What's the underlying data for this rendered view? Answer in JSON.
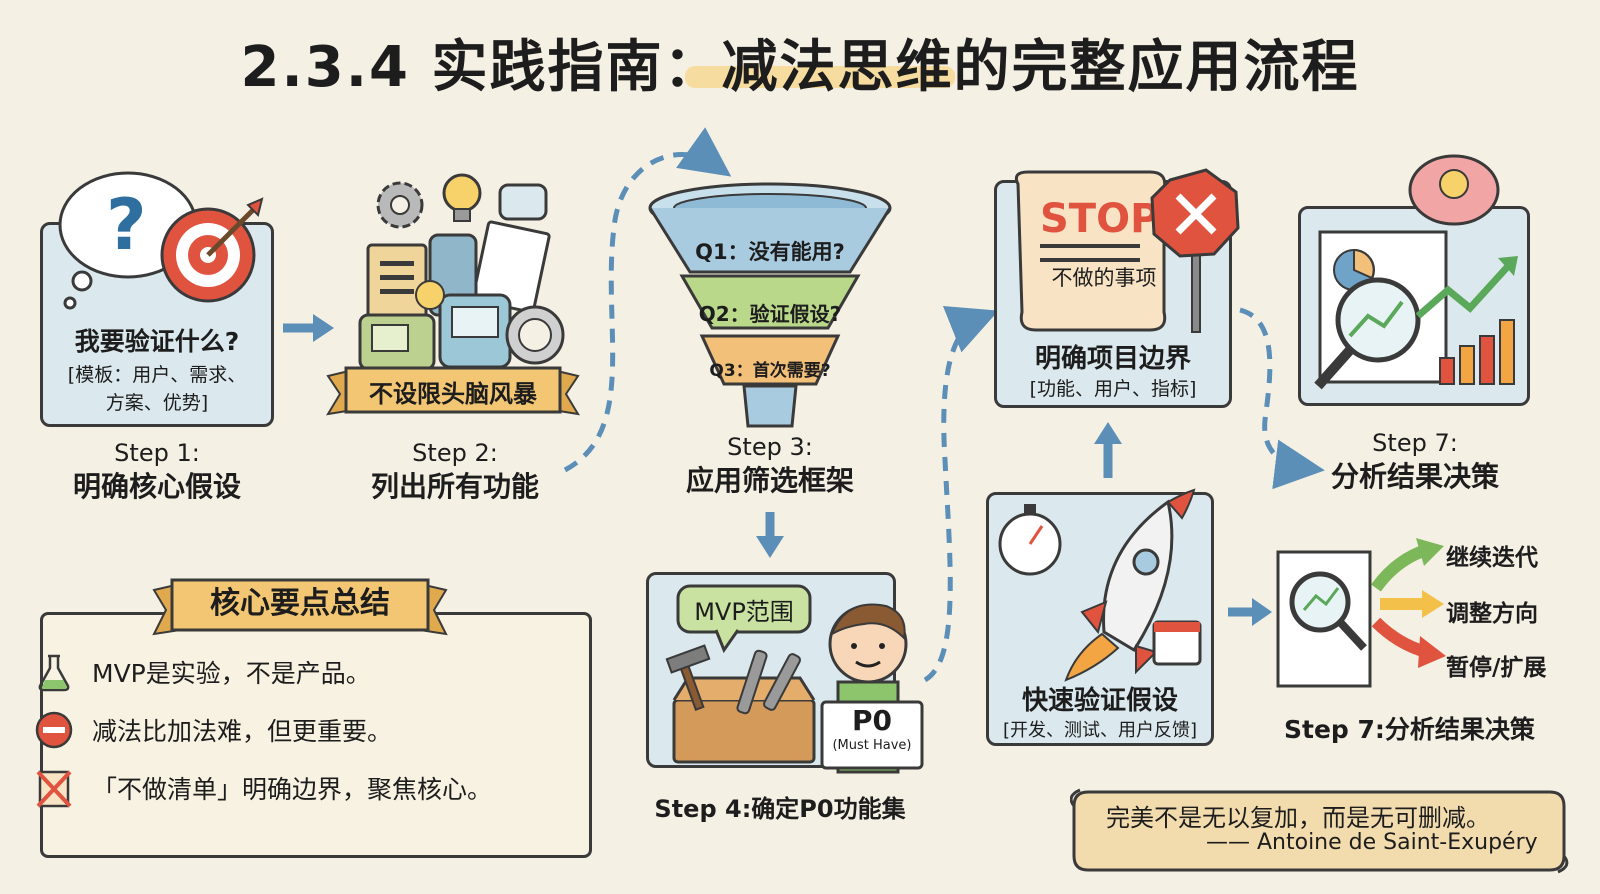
{
  "title": "2.3.4 实践指南：减法思维的完整应用流程",
  "steps": {
    "s1": {
      "card_title": "我要验证什么?",
      "card_sub1": "[模板：用户、需求、",
      "card_sub2": "方案、优势]",
      "label_en": "Step 1:",
      "label_cn": "明确核心假设"
    },
    "s2": {
      "ribbon": "不设限头脑风暴",
      "label_en": "Step 2:",
      "label_cn": "列出所有功能"
    },
    "s3": {
      "q1": "Q1：没有能用?",
      "q2": "Q2：验证假设?",
      "q3": "Q3：首次需要?",
      "label_en": "Step 3:",
      "label_cn": "应用筛选框架"
    },
    "s4": {
      "bubble": "MVP范围",
      "sign_main": "P0",
      "sign_sub": "(Must Have)",
      "label": "Step 4:确定P0功能集"
    },
    "s5": {
      "card_title": "快速验证假设",
      "card_sub": "[开发、测试、用户反馈]"
    },
    "s6": {
      "stop": "STOP",
      "scroll_text": "不做的事项",
      "card_title": "明确项目边界",
      "card_sub": "[功能、用户、指标]"
    },
    "s7": {
      "label_en": "Step 7:",
      "label_cn": "分析结果决策",
      "label_bottom": "Step 7:分析结果决策"
    }
  },
  "outcomes": [
    "继续迭代",
    "调整方向",
    "暂停/扩展"
  ],
  "summary": {
    "heading": "核心要点总结",
    "items": [
      "MVP是实验，不是产品。",
      "减法比加法难，但更重要。",
      "「不做清单」明确边界，聚焦核心。"
    ]
  },
  "quote": {
    "text": "完美不是无以复加，而是无可删减。",
    "author": "—— Antoine de Saint-Exupéry"
  },
  "colors": {
    "card_blue": "#dbe9ee",
    "target_red": "#e0533f",
    "funnel_blue": "#a9cbe0",
    "funnel_green": "#b9d88a",
    "funnel_orange": "#f3c07a",
    "arrow_blue": "#5b8fb8",
    "ribbon": "#f2c673"
  }
}
